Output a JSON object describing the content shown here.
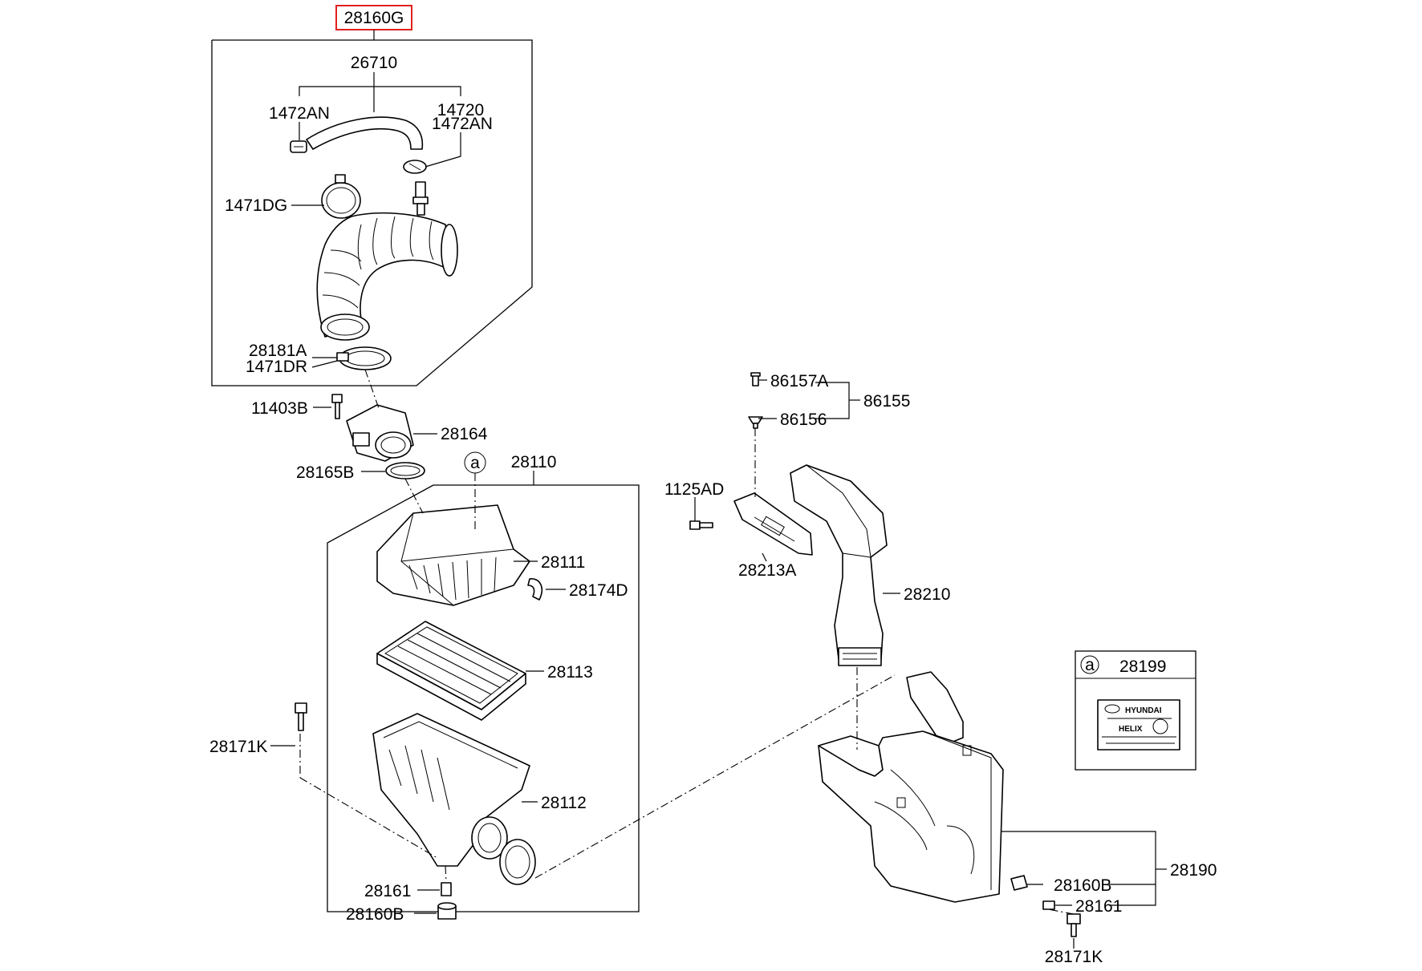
{
  "labels": {
    "p28160G": "28160G",
    "p26710": "26710",
    "p1472AN_left": "1472AN",
    "p14720": "14720",
    "p1472AN_right": "1472AN",
    "p1471DG": "1471DG",
    "p28181A": "28181A",
    "p1471DR": "1471DR",
    "p11403B": "11403B",
    "p28164": "28164",
    "p28165B": "28165B",
    "p28110": "28110",
    "p28111": "28111",
    "p28174D": "28174D",
    "p28113": "28113",
    "p28171K_left": "28171K",
    "p28112": "28112",
    "p28161_left": "28161",
    "p28160B_left": "28160B",
    "p86157A": "86157A",
    "p86155": "86155",
    "p86156": "86156",
    "p1125AD": "1125AD",
    "p28213A": "28213A",
    "p28210": "28210",
    "p28199": "28199",
    "p28190": "28190",
    "p28160B_right": "28160B",
    "p28161_right": "28161",
    "p28171K_right": "28171K",
    "callout_a_top": "a",
    "callout_a_inset": "a"
  },
  "decal": {
    "brand": "HYUNDAI",
    "mark": "HELIX"
  },
  "colors": {
    "highlight_box": "#e0201b",
    "line": "#000000",
    "background": "#ffffff"
  }
}
